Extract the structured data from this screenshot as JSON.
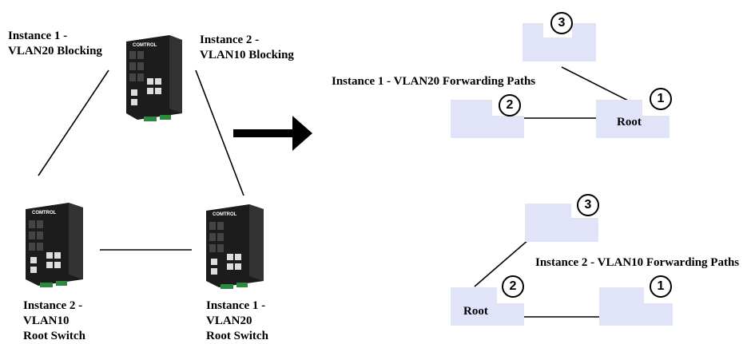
{
  "left_diagram": {
    "top_left_label": [
      "Instance 1 -",
      "VLAN20 Blocking"
    ],
    "top_right_label": [
      "Instance 2 -",
      "VLAN10 Blocking"
    ],
    "bottom_left_label": [
      "Instance 2 -",
      "VLAN10",
      "Root Switch"
    ],
    "bottom_right_label": [
      "Instance 1 -",
      "VLAN20",
      "Root Switch"
    ],
    "switch_brand": "COMTROL"
  },
  "right_top": {
    "title": "Instance 1 - VLAN20 Forwarding Paths",
    "node_numbers": [
      "3",
      "2",
      "1"
    ],
    "root_label": "Root"
  },
  "right_bottom": {
    "title": "Instance 2 - VLAN10 Forwarding Paths",
    "node_numbers": [
      "3",
      "2",
      "1"
    ],
    "root_label": "Root"
  },
  "colors": {
    "box_fill": "#e1e4f8",
    "line": "#000000",
    "switch_body": "#1c1c1c",
    "switch_accent": "#2b8a3e"
  }
}
